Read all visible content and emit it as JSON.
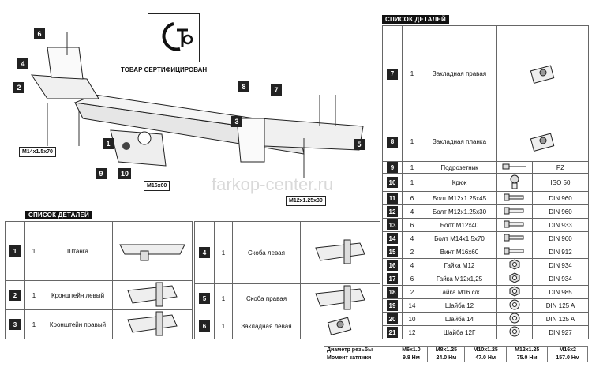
{
  "watermark": "farkop-center.ru",
  "certification": {
    "logo_text": "СТР",
    "caption": "ТОВАР СЕРТИФИЦИРОВАН"
  },
  "diagram": {
    "labels": [
      "1",
      "2",
      "3",
      "4",
      "5",
      "6",
      "7",
      "8",
      "9",
      "10"
    ],
    "callouts": {
      "bolt_left": "M14x1.5x70",
      "bolt_center": "M16x60",
      "bolt_right": "M12x1.25x30"
    }
  },
  "parts_list_title": "СПИСОК ДЕТАЛЕЙ",
  "parts_left": [
    {
      "num": "1",
      "qty": "1",
      "name": "Штанга"
    },
    {
      "num": "2",
      "qty": "1",
      "name": "Кронштейн левый"
    },
    {
      "num": "3",
      "qty": "1",
      "name": "Кронштейн правый"
    }
  ],
  "parts_middle": [
    {
      "num": "4",
      "qty": "1",
      "name": "Скоба левая"
    },
    {
      "num": "5",
      "qty": "1",
      "name": "Скоба правая"
    },
    {
      "num": "6",
      "qty": "1",
      "name": "Закладная левая"
    }
  ],
  "parts_right": [
    {
      "num": "7",
      "qty": "1",
      "name": "Закладная правая",
      "std": ""
    },
    {
      "num": "8",
      "qty": "1",
      "name": "Закладная планка",
      "std": ""
    },
    {
      "num": "9",
      "qty": "1",
      "name": "Подрозетник",
      "std": "PZ"
    },
    {
      "num": "10",
      "qty": "1",
      "name": "Крюк",
      "std": "ISO 50"
    },
    {
      "num": "11",
      "qty": "6",
      "name": "Болт М12х1.25х45",
      "std": "DIN 960"
    },
    {
      "num": "12",
      "qty": "4",
      "name": "Болт М12х1.25х30",
      "std": "DIN 960"
    },
    {
      "num": "13",
      "qty": "6",
      "name": "Болт М12х40",
      "std": "DIN 933"
    },
    {
      "num": "14",
      "qty": "4",
      "name": "Болт М14х1.5х70",
      "std": "DIN 960"
    },
    {
      "num": "15",
      "qty": "2",
      "name": "Винт М16х60",
      "std": "DIN 912"
    },
    {
      "num": "16",
      "qty": "4",
      "name": "Гайка М12",
      "std": "DIN 934"
    },
    {
      "num": "17",
      "qty": "6",
      "name": "Гайка М12х1,25",
      "std": "DIN 934"
    },
    {
      "num": "18",
      "qty": "2",
      "name": "Гайка М16 с/к",
      "std": "DIN 985"
    },
    {
      "num": "19",
      "qty": "14",
      "name": "Шайба 12",
      "std": "DIN 125 A"
    },
    {
      "num": "20",
      "qty": "10",
      "name": "Шайба 14",
      "std": "DIN 125 A"
    },
    {
      "num": "21",
      "qty": "12",
      "name": "Шайба 12Г",
      "std": "DIN 927"
    }
  ],
  "torque_table": {
    "row1_label": "Диаметр резьбы",
    "row2_label": "Момент затяжки",
    "sizes": [
      "M6x1.0",
      "M8x1.25",
      "M10x1.25",
      "M12x1.25",
      "M16x2"
    ],
    "values": [
      "9.8 Нм",
      "24.0 Нм",
      "47.0 Нм",
      "75.0 Нм",
      "157.0 Нм"
    ]
  }
}
